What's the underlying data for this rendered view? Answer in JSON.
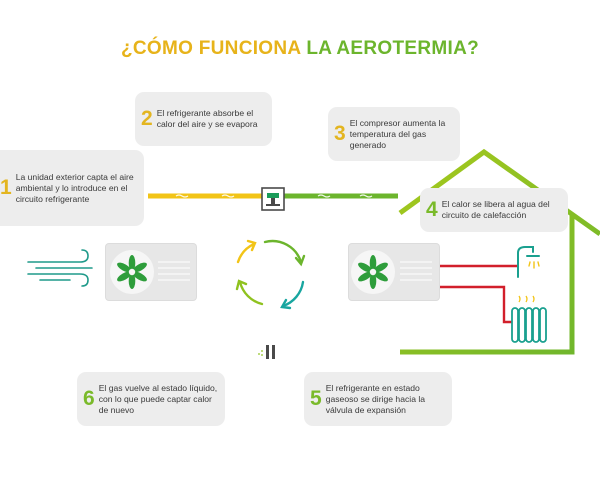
{
  "title": {
    "part1": "¿CÓMO FUNCIONA",
    "part2": "LA AEROTERMIA?"
  },
  "steps": [
    {
      "number": "1",
      "text": "La unidad exterior capta el aire ambiental y lo introduce en el circuito refrigerante"
    },
    {
      "number": "2",
      "text": "El refrigerante absorbe el calor del aire y se evapora"
    },
    {
      "number": "3",
      "text": "El compresor aumenta la temperatura del gas generado"
    },
    {
      "number": "4",
      "text": "El calor se libera al agua del circuito de calefacción"
    },
    {
      "number": "5",
      "text": "El refrigerante en estado gaseoso se dirige hacia la válvula de expansión"
    },
    {
      "number": "6",
      "text": "El gas vuelve al estado líquido, con lo que puede captar calor de nuevo"
    }
  ],
  "colors": {
    "title_yellow": "#e7b31a",
    "title_green": "#6cb52d",
    "pipe_yellow": "#f2c417",
    "pipe_lime": "#a7c91c",
    "pipe_green": "#6cb52d",
    "pipe_teal": "#18a6a0",
    "hot_water_red": "#d21f2b",
    "step_number_yellow": "#e3b520",
    "step_number_green": "#7aba2a"
  },
  "icons": [
    "wind-icon",
    "fan-icon",
    "cycle-arrows-icon",
    "compressor-icon",
    "expansion-valve-icon",
    "house-outline-icon",
    "shower-icon",
    "radiator-icon"
  ]
}
